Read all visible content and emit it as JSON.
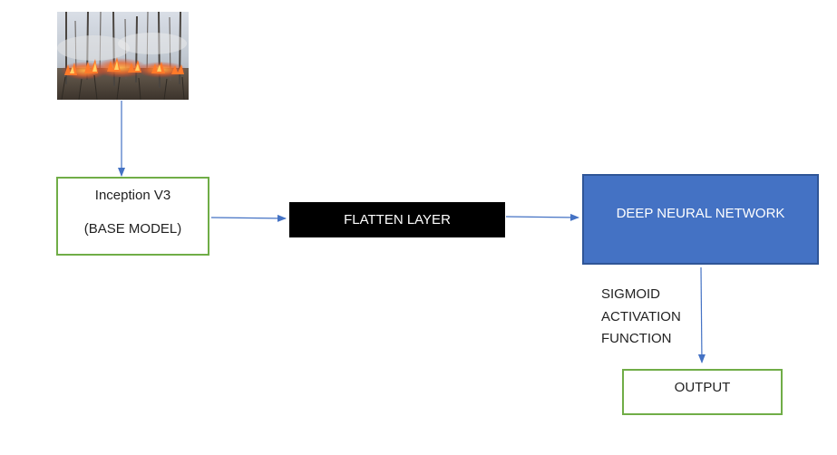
{
  "diagram": {
    "input_image": {
      "description_icon": "forest-fire-photo"
    },
    "nodes": {
      "inception": {
        "line1": "Inception V3",
        "line2": "(BASE MODEL)"
      },
      "flatten": {
        "label": "FLATTEN LAYER"
      },
      "dnn": {
        "label": "DEEP NEURAL NETWORK"
      },
      "output": {
        "label": "OUTPUT"
      }
    },
    "edge_label": {
      "line1": "SIGMOID",
      "line2": "ACTIVATION",
      "line3": "FUNCTION"
    },
    "colors": {
      "green_border": "#70ad47",
      "blue_fill": "#4472c4",
      "blue_border": "#2f5597",
      "arrow": "#4472c4",
      "flatten_fill": "#000000"
    }
  }
}
